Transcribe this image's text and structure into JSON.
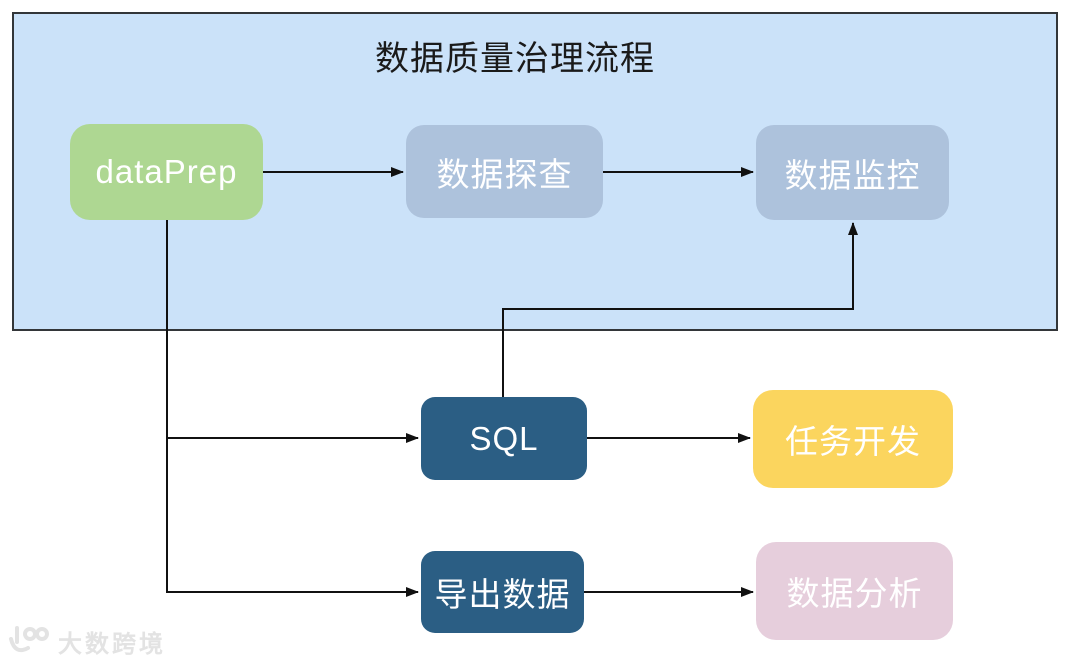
{
  "title": "数据质量治理流程",
  "container": {
    "fill_color": "#cbe2f9",
    "border_color": "#333639"
  },
  "nodes": [
    {
      "id": "dataprep",
      "label": "dataPrep",
      "color": "#aed792",
      "text_color": "#ffffff"
    },
    {
      "id": "data-explore",
      "label": "数据探查",
      "color": "#adc2dc",
      "text_color": "#ffffff"
    },
    {
      "id": "data-monitor",
      "label": "数据监控",
      "color": "#adc2dc",
      "text_color": "#ffffff"
    },
    {
      "id": "sql",
      "label": "SQL",
      "color": "#2b5e84",
      "text_color": "#ffffff"
    },
    {
      "id": "task-dev",
      "label": "任务开发",
      "color": "#fbd55e",
      "text_color": "#ffffff"
    },
    {
      "id": "export-data",
      "label": "导出数据",
      "color": "#2b5e84",
      "text_color": "#ffffff"
    },
    {
      "id": "data-analysis",
      "label": "数据分析",
      "color": "#e6cedc",
      "text_color": "#ffffff"
    }
  ],
  "edges": [
    {
      "from": "dataPrep",
      "to": "数据探查"
    },
    {
      "from": "数据探查",
      "to": "数据监控"
    },
    {
      "from": "dataPrep",
      "to": "SQL"
    },
    {
      "from": "dataPrep",
      "to": "导出数据"
    },
    {
      "from": "SQL",
      "to": "数据监控"
    },
    {
      "from": "SQL",
      "to": "任务开发"
    },
    {
      "from": "导出数据",
      "to": "数据分析"
    }
  ],
  "connector": {
    "line_color": "#111111",
    "arrow_color": "#111111"
  },
  "watermark": {
    "text": "大数跨境",
    "logo": "smile-100-logo",
    "color": "#e3e3e3"
  }
}
